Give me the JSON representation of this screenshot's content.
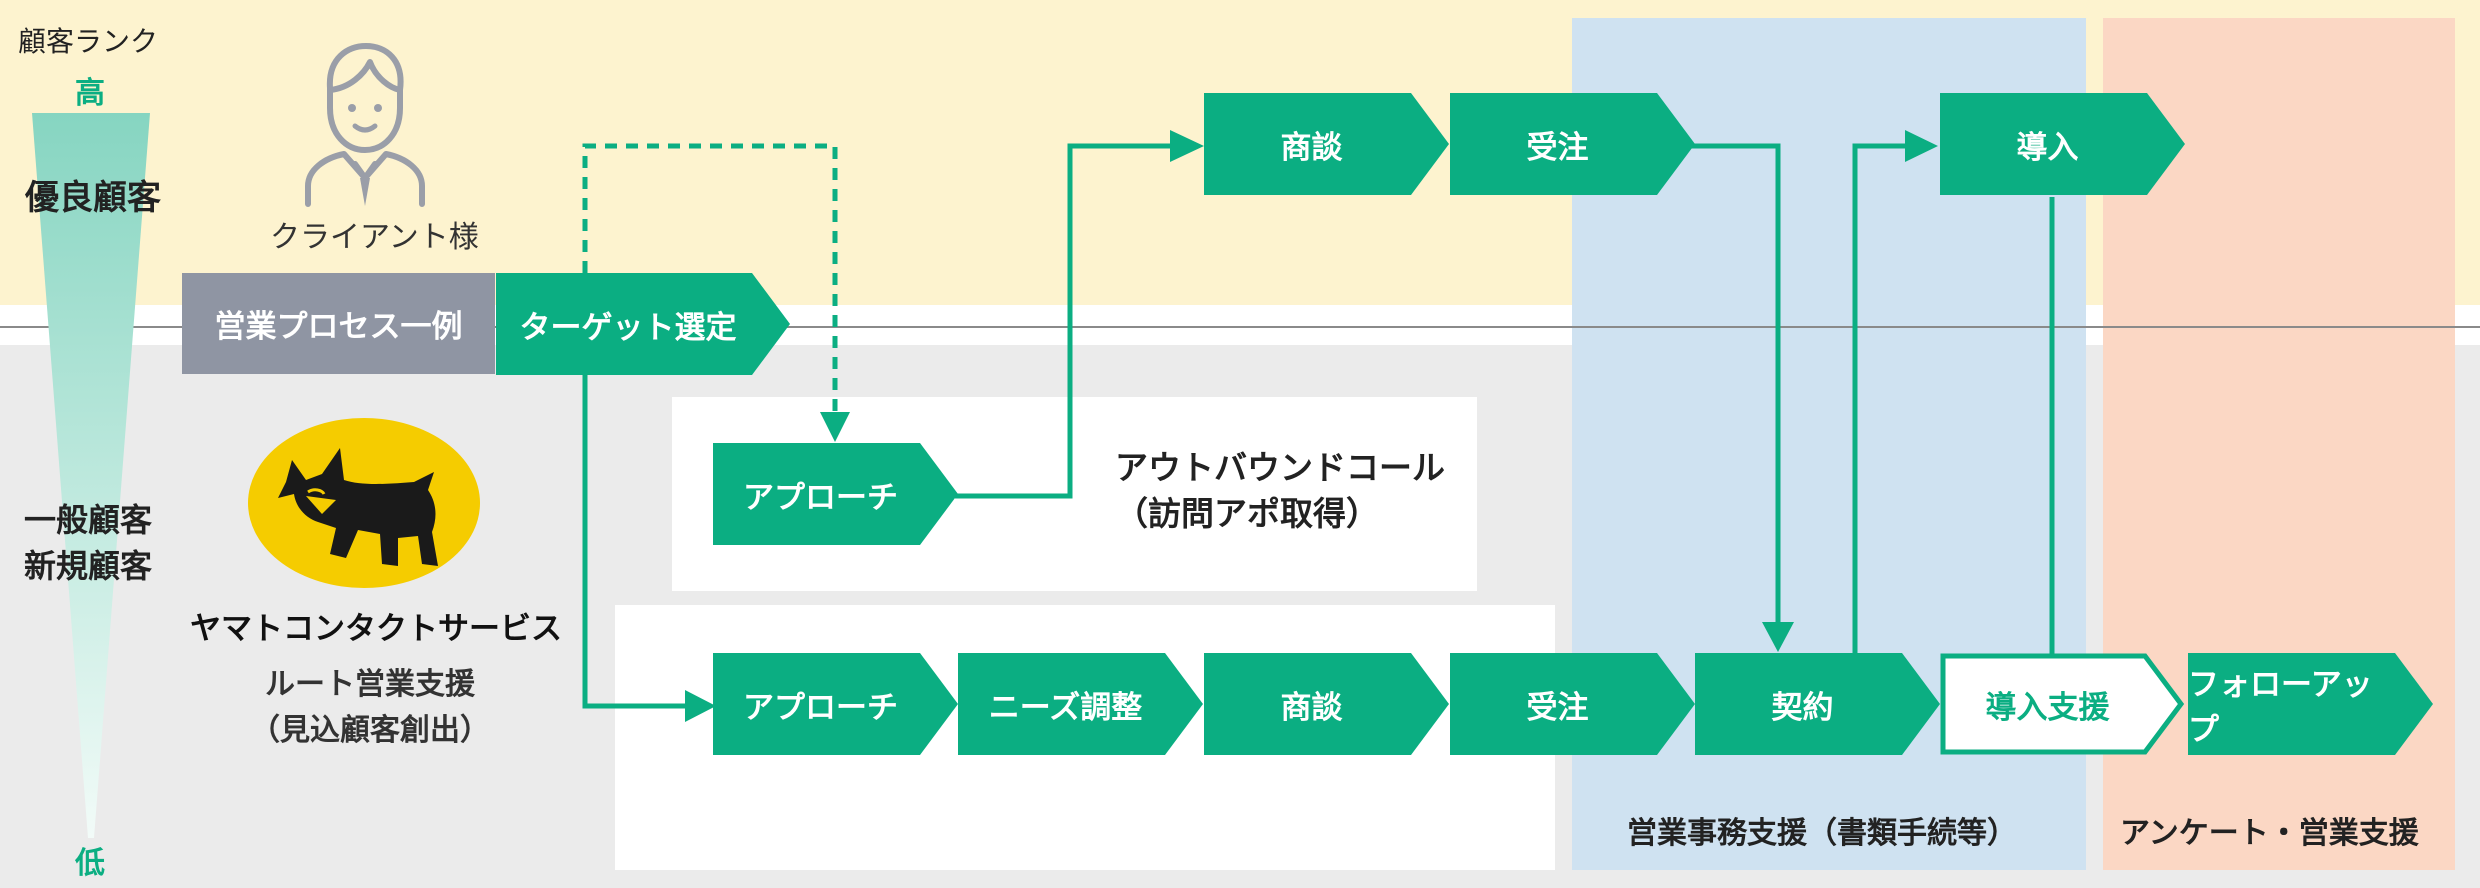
{
  "rank": {
    "title": "顧客ランク",
    "high": "高",
    "low": "低",
    "good": "優良顧客",
    "general": "一般顧客",
    "new": "新規顧客"
  },
  "client": {
    "label": "クライアント様"
  },
  "company": {
    "name": "ヤマトコンタクトサービス",
    "desc_line1": "ルート営業支援",
    "desc_line2": "（見込顧客創出）"
  },
  "process": {
    "label": "営業プロセス一例",
    "target": "ターゲット選定"
  },
  "client_steps": {
    "negotiation": "商談",
    "order": "受注",
    "introduction": "導入"
  },
  "outbound": {
    "approach": "アプローチ",
    "title_line1": "アウトバウンドコール",
    "title_line2": "（訪問アポ取得）"
  },
  "route_steps": {
    "approach": "アプローチ",
    "needs": "ニーズ調整",
    "negotiation": "商談",
    "order": "受注",
    "contract": "契約",
    "intro_support": "導入支援",
    "follow_up": "フォローアップ"
  },
  "support": {
    "office": "営業事務支援（書類手続等）",
    "survey": "アンケート・営業支援"
  },
  "colors": {
    "accent": "#0bae82",
    "gray_label": "#8f95a3",
    "top_band": "#fdf3cf",
    "bottom_band": "#ebebeb",
    "blue_panel": "#cfe2f1",
    "pink_panel": "#fbd7c4",
    "logo_yellow": "#f5cc00"
  }
}
